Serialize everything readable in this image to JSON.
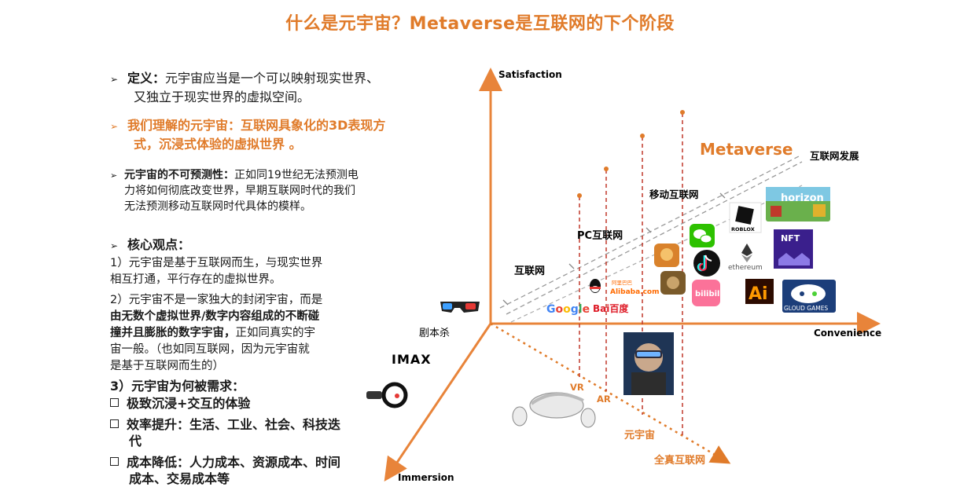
{
  "title": "什么是元宇宙？Metaverse是互联网的下个阶段",
  "left": {
    "def_label": "定义：",
    "def_text_1": "元宇宙应当是一个可以映射现实世界、",
    "def_text_2": "又独立于现实世界的虚拟空间。",
    "our_1": "我们理解的元宇宙：互联网具象化的3D表现方",
    "our_2": "式，沉浸式体验的虚拟世界 。",
    "unpred_label": "元宇宙的不可预测性：",
    "unpred_1": "正如同19世纪无法预测电",
    "unpred_2": "力将如何彻底改变世界，早期互联网时代的我们",
    "unpred_3": "无法预测移动互联网时代具体的模样。",
    "core_label": "核心观点：",
    "p1_a": "1）元宇宙是基于互联网而生，与现实世界",
    "p1_b": "相互打通，平行存在的虚拟世界。",
    "p2_a": "2）元宇宙不是一家独大的封闭宇宙，而是",
    "p2_b": "由无数个虚拟世界/数字内容组成的不断碰",
    "p2_c": "撞并且膨胀的数字宇宙，",
    "p2_d": "正如同真实的宇",
    "p2_e": "宙一般。（也如同互联网，因为元宇宙就",
    "p2_f": "是基于互联网而生的）",
    "p3": "3）元宇宙为何被需求：",
    "n1": "极致沉浸+交互的体验",
    "n2_a": "效率提升：生活、工业、社会、科技迭",
    "n2_b": "代",
    "n3_a": "成本降低：人力成本、资源成本、时间",
    "n3_b": "成本、交易成本等"
  },
  "diagram": {
    "axis_y": "Satisfaction",
    "axis_x": "Convenience",
    "axis_z": "Immersion",
    "stage_internet": "互联网",
    "stage_pc": "PC互联网",
    "stage_mobile": "移动互联网",
    "stage_metaverse": "Metaverse",
    "trend": "互联网发展",
    "vr": "VR",
    "ar": "AR",
    "metaverse_cn": "元宇宙",
    "full_internet": "全真互联网",
    "script_kill": "剧本杀",
    "imax": "IMAX"
  },
  "logos": {
    "google": "Google",
    "baidu": "Bai百度",
    "alibaba": "Alibaba.com",
    "alibaba_cn": "阿里巴巴",
    "roblox": "ROBLOX",
    "horizon": "horizon",
    "nft": "NFT",
    "ethereum": "ethereum",
    "ai": "Ai",
    "gloud": "GLOUD GAMES",
    "bilibili": "bilibili"
  },
  "colors": {
    "accent": "#e07b2a",
    "axis": "#e8843a",
    "dash": "#c0392b"
  }
}
